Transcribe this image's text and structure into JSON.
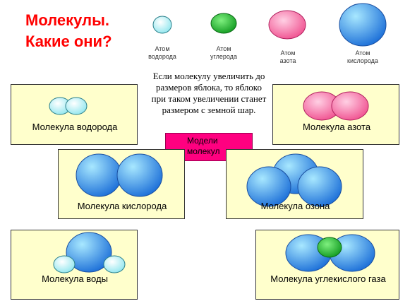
{
  "title": {
    "line1": "Молекулы.",
    "line2": "Какие они?"
  },
  "legend": [
    {
      "line1": "Атом",
      "line2": "водорода",
      "icon": "hydrogen-atom-icon"
    },
    {
      "line1": "Атом",
      "line2": "углерода",
      "icon": "carbon-atom-icon"
    },
    {
      "line1": "Атом",
      "line2": "азота",
      "icon": "nitrogen-atom-icon"
    },
    {
      "line1": "Атом",
      "line2": "кислорода",
      "icon": "oxygen-atom-icon"
    }
  ],
  "note": {
    "line1": "Если молекулу увеличить до",
    "line2": "размеров яблока, то яблоко",
    "line3": "при таком увеличении станет",
    "line4": "размером с земной шар."
  },
  "center_box": {
    "line1": "Модели",
    "line2": "молекул"
  },
  "molecules": {
    "hydrogen": "Молекула водорода",
    "nitrogen": "Молекула азота",
    "oxygen": "Молекула кислорода",
    "ozone": "Молекула озона",
    "water": "Молекула воды",
    "co2": "Молекула углекислого газа"
  },
  "colors": {
    "hydrogen": "#b8f0f5",
    "carbon": "#22bb33",
    "nitrogen": "#ff6fae",
    "oxygen": "#2f8fea",
    "panel_bg": "#ffffcc",
    "title": "#ff0000",
    "center_box": "#ff0080"
  }
}
